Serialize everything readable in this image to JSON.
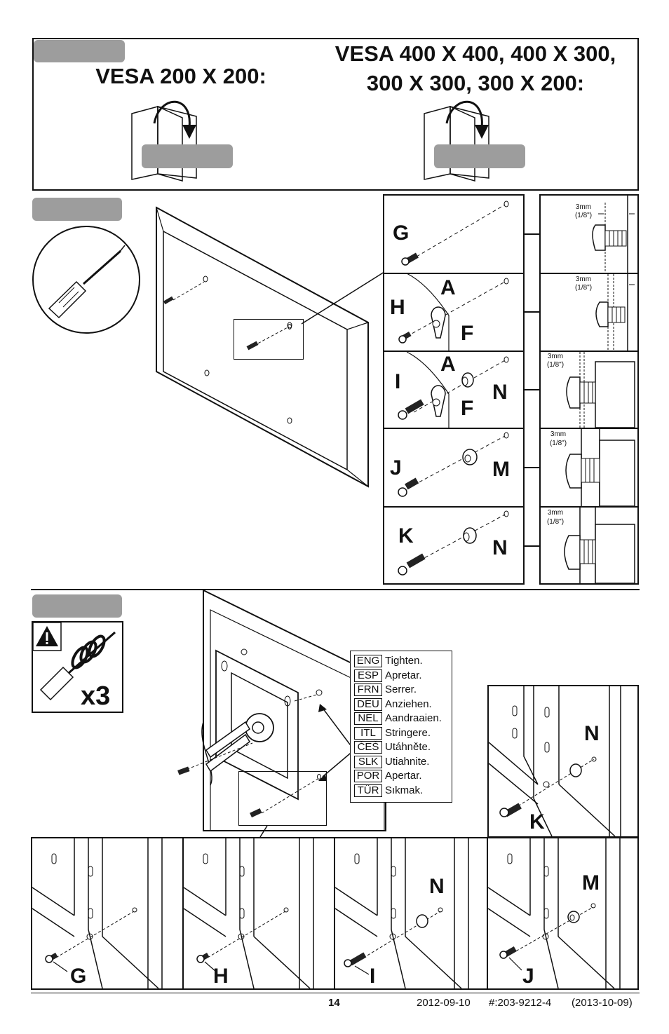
{
  "step1": {
    "left_heading": "VESA 200 X 200:",
    "right_heading_line1": "VESA 400 X 400, 400 X 300,",
    "right_heading_line2": "300 X 300, 300 X 200:"
  },
  "hardware_rows": [
    {
      "screw": "G",
      "tags": []
    },
    {
      "screw": "H",
      "tags": [
        "A",
        "F"
      ]
    },
    {
      "screw": "I",
      "tags": [
        "A",
        "F",
        "N"
      ]
    },
    {
      "screw": "J",
      "tags": [
        "M"
      ]
    },
    {
      "screw": "K",
      "tags": [
        "N"
      ]
    }
  ],
  "measurements": [
    {
      "mm": "3mm",
      "inch": "(1/8\")"
    },
    {
      "mm": "3mm",
      "inch": "(1/8\")"
    },
    {
      "mm": "3mm",
      "inch": "(1/8\")"
    },
    {
      "mm": "3mm",
      "inch": "(1/8\")"
    },
    {
      "mm": "3mm",
      "inch": "(1/8\")"
    }
  ],
  "step3": {
    "multiplier": "x3",
    "warning_icon": "warning-triangle-icon",
    "tighten_translations": [
      {
        "code": "ENG",
        "text": "Tighten."
      },
      {
        "code": "ESP",
        "text": "Apretar."
      },
      {
        "code": "FRN",
        "text": "Serrer."
      },
      {
        "code": "DEU",
        "text": "Anziehen."
      },
      {
        "code": "NEL",
        "text": "Aandraaien."
      },
      {
        "code": "ITL",
        "text": "Stringere."
      },
      {
        "code": "ČEŠ",
        "text": "Utáhněte."
      },
      {
        "code": "SLK",
        "text": "Utiahnite."
      },
      {
        "code": "POR",
        "text": "Apertar."
      },
      {
        "code": "TÜR",
        "text": "Sıkmak."
      }
    ],
    "detail_panels": [
      {
        "screw": "K",
        "spacer": "N"
      },
      {
        "screw": "G",
        "spacer": ""
      },
      {
        "screw": "H",
        "spacer": ""
      },
      {
        "screw": "I",
        "spacer": "N"
      },
      {
        "screw": "J",
        "spacer": "M"
      }
    ]
  },
  "footer": {
    "page_number": "14",
    "date": "2012-09-10",
    "doc_number": "#:203-9212-4",
    "revision": "(2013-10-09)"
  }
}
